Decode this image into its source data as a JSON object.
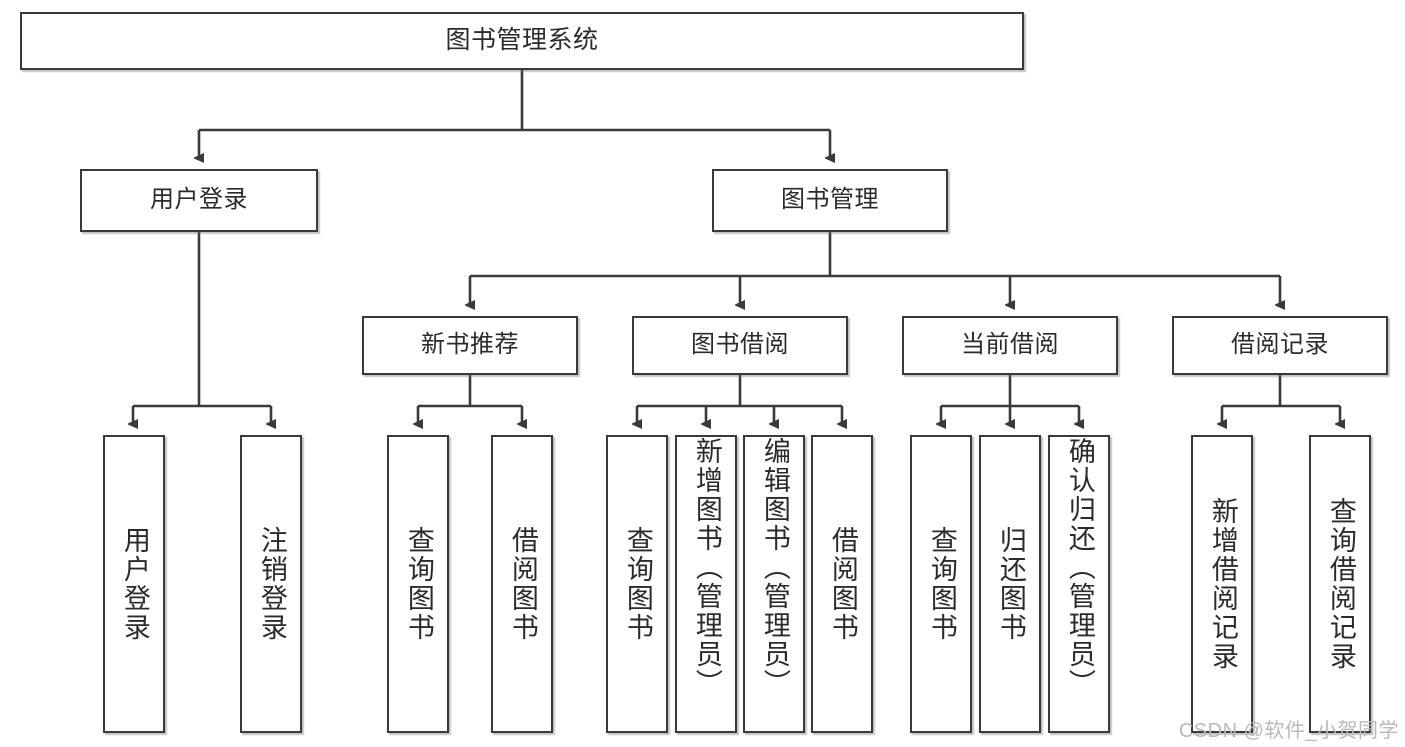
{
  "diagram": {
    "title": "图书管理系统",
    "type": "tree-hierarchy-diagram",
    "watermark": "CSDN @软件_小贺同学",
    "colors": {
      "box_border": "#3a3a3a",
      "box_fill": "#ffffff",
      "text": "#2b2b2b",
      "edge": "#3a3a3a",
      "watermark": "#b9b9b9"
    },
    "root": {
      "label": "图书管理系统"
    },
    "level2": [
      {
        "label": "用户登录"
      },
      {
        "label": "图书管理"
      }
    ],
    "level3": [
      {
        "label": "新书推荐"
      },
      {
        "label": "图书借阅"
      },
      {
        "label": "当前借阅"
      },
      {
        "label": "借阅记录"
      }
    ],
    "leaves": {
      "user_login": [
        {
          "label": "用户登录"
        },
        {
          "label": "注销登录"
        }
      ],
      "new_book": [
        {
          "label": "查询图书"
        },
        {
          "label": "借阅图书"
        }
      ],
      "borrow_book": [
        {
          "label": "查询图书"
        },
        {
          "label": "新增图书（管理员）"
        },
        {
          "label": "编辑图书（管理员）"
        },
        {
          "label": "借阅图书"
        }
      ],
      "current_borrow": [
        {
          "label": "查询图书"
        },
        {
          "label": "归还图书"
        },
        {
          "label": "确认归还（管理员）"
        }
      ],
      "borrow_record": [
        {
          "label": "新增借阅记录"
        },
        {
          "label": "查询借阅记录"
        }
      ]
    }
  }
}
